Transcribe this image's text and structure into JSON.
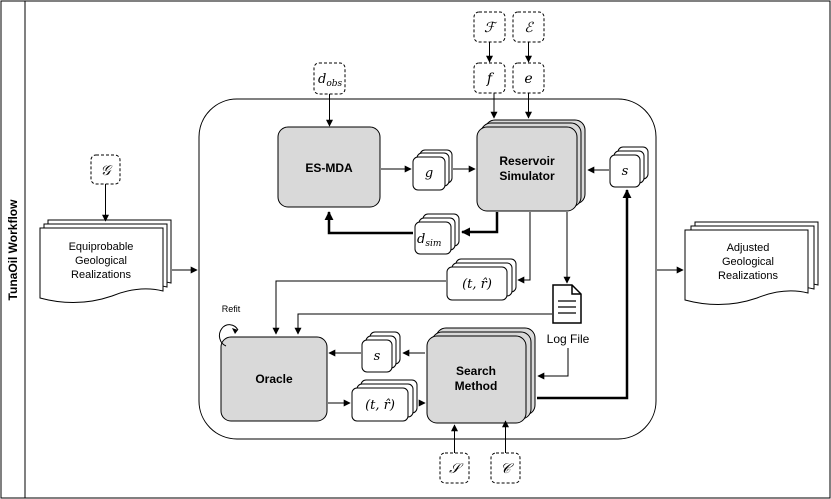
{
  "title": "TunaOil Workflow",
  "blocks": {
    "esmda": "ES-MDA",
    "reservoir_line1": "Reservoir",
    "reservoir_line2": "Simulator",
    "oracle": "Oracle",
    "search_line1": "Search",
    "search_line2": "Method"
  },
  "documents": {
    "input_line1": "Equiprobable",
    "input_line2": "Geological",
    "input_line3": "Realizations",
    "output_line1": "Adjusted",
    "output_line2": "Geological",
    "output_line3": "Realizations"
  },
  "symbols": {
    "G": "𝒢",
    "d_obs": "d",
    "d_obs_sub": "obs",
    "F": "ℱ",
    "E": "ℰ",
    "f": "f",
    "e": "e",
    "g": "g",
    "s_top": "s",
    "d_sim": "d",
    "d_sim_sub": "sim",
    "tr_top": "(t, r̂)",
    "s_mid": "s",
    "tr_bottom": "(t, r̂)",
    "S": "𝒮",
    "C": "𝒞"
  },
  "labels": {
    "log_file": "Log File",
    "refit": "Refit"
  },
  "colors": {
    "block_fill": "#d9d9d9",
    "stroke": "#000000"
  },
  "icons": [
    "document-icon",
    "refit-arrow-icon"
  ]
}
